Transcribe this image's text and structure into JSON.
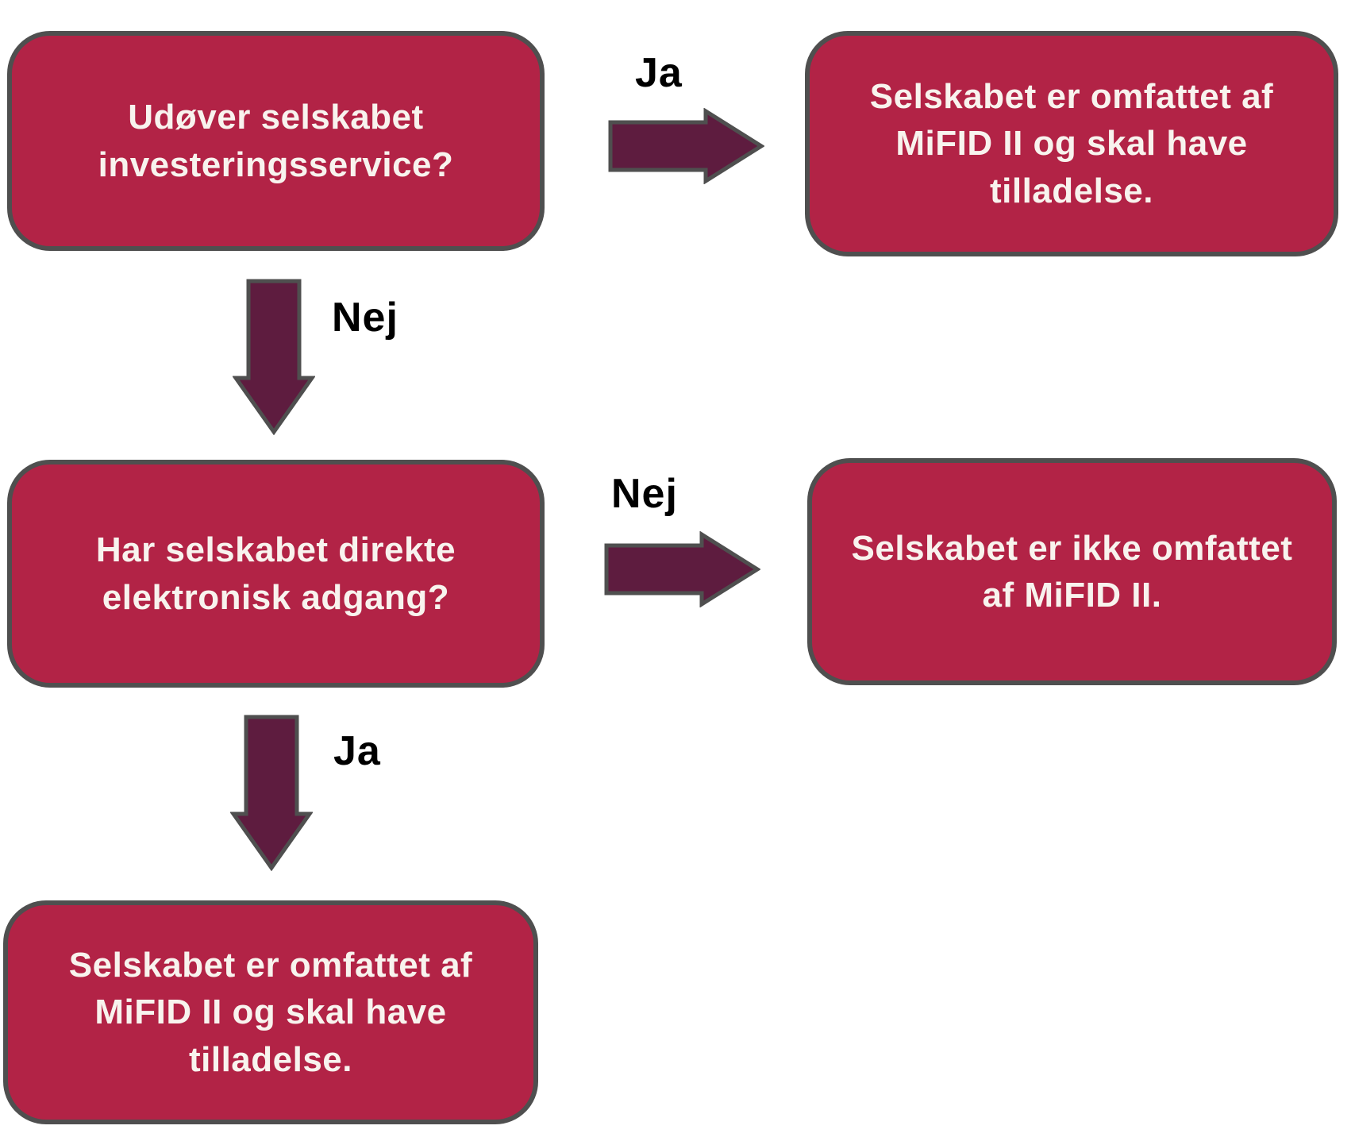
{
  "diagram": {
    "type": "flowchart",
    "language": "da",
    "nodes": [
      {
        "id": "q1",
        "role": "question",
        "text": "Udøver selskabet\ninvesteringsservice?"
      },
      {
        "id": "r1",
        "role": "result",
        "text": "Selskabet er omfattet af\nMiFID II og skal have\ntilladelse."
      },
      {
        "id": "q2",
        "role": "question",
        "text": "Har selskabet direkte\nelektronisk adgang?"
      },
      {
        "id": "r2",
        "role": "result",
        "text": "Selskabet er ikke omfattet\naf MiFID II."
      },
      {
        "id": "r3",
        "role": "result",
        "text": "Selskabet er omfattet af\nMiFID II og skal have\ntilladelse."
      }
    ],
    "edges": [
      {
        "from": "q1",
        "to": "r1",
        "label": "Ja",
        "direction": "right"
      },
      {
        "from": "q1",
        "to": "q2",
        "label": "Nej",
        "direction": "down"
      },
      {
        "from": "q2",
        "to": "r2",
        "label": "Nej",
        "direction": "right"
      },
      {
        "from": "q2",
        "to": "r3",
        "label": "Ja",
        "direction": "down"
      }
    ]
  },
  "colors": {
    "background": "#FFFFFF",
    "node_fill": "#B22346",
    "node_text": "#F8F3EE",
    "arrow_fill": "#5E1C3F",
    "outline_gray": "#4F4F4F",
    "edge_label_text": "#000000"
  }
}
